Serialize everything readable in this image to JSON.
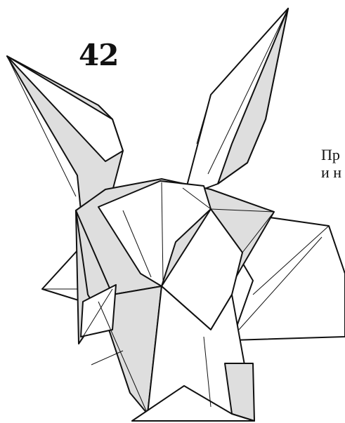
{
  "step": {
    "number": "42"
  },
  "caption": {
    "line1": "Пр",
    "line2": "и н"
  },
  "colors": {
    "shade": "#dedede",
    "stroke": "#111111",
    "paper": "#ffffff"
  }
}
